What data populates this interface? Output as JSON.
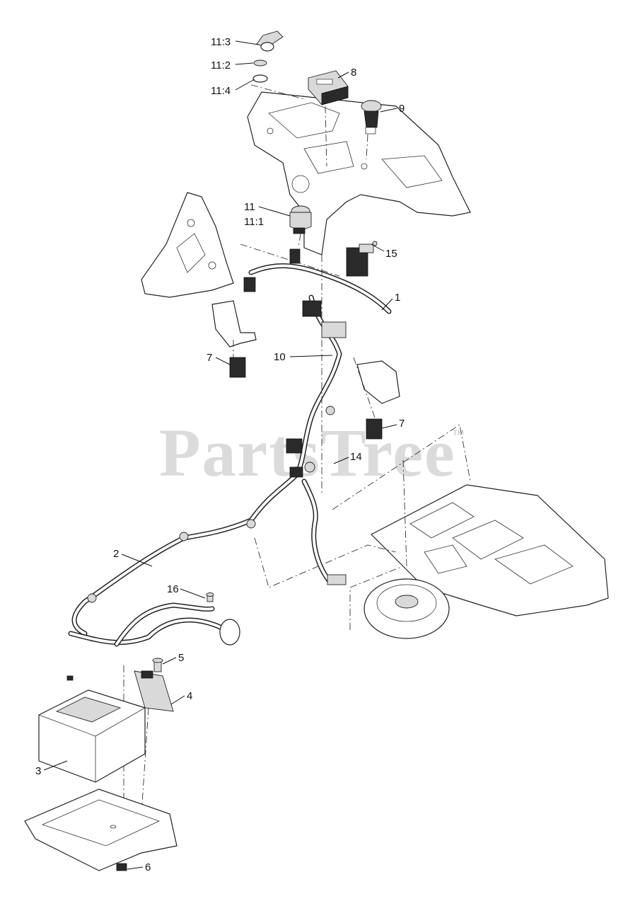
{
  "watermark": {
    "text": "PartsTree",
    "trademark": "TM"
  },
  "labels": {
    "p11_3": "11:3",
    "p11_2": "11:2",
    "p11_4": "11:4",
    "p8": "8",
    "p9": "9",
    "p11": "11",
    "p11_1": "11:1",
    "p15": "15",
    "p1": "1",
    "p7_left": "7",
    "p10": "10",
    "p7_right": "7",
    "p14": "14",
    "p2": "2",
    "p16": "16",
    "p5": "5",
    "p4": "4",
    "p3": "3",
    "p6": "6"
  }
}
